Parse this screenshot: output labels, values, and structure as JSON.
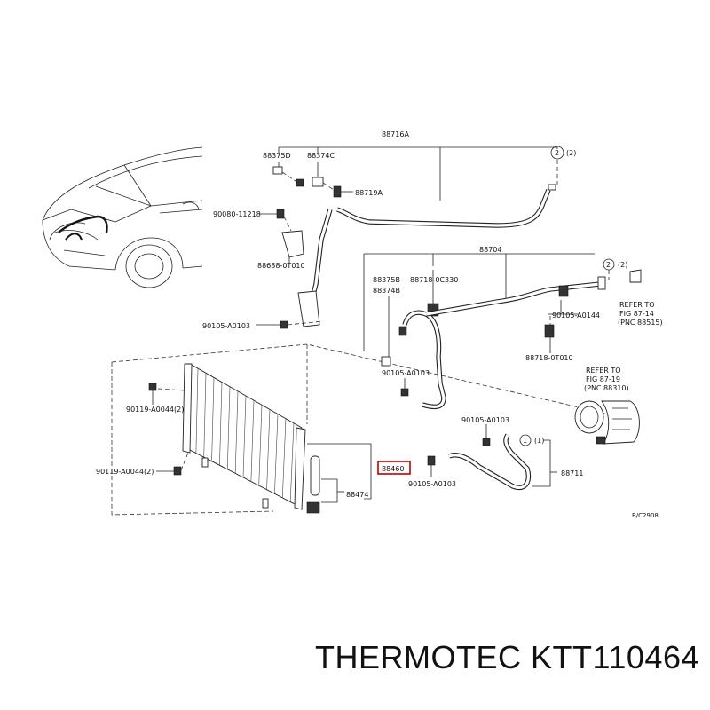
{
  "labels": {
    "p88716A": "88716A",
    "p88375D": "88375D",
    "p88374C": "88374C",
    "p88719A": "88719A",
    "p90080_11218": "90080-11218",
    "p88688_0T010": "88688-0T010",
    "p90105_A0103_a": "90105-A0103",
    "p88704": "88704",
    "p88375B": "88375B",
    "p88374B": "88374B",
    "p88718_0C330": "88718-0C330",
    "p90105_A0144": "90105-A0144",
    "p88718_0T010": "88718-0T010",
    "p90105_A0103_b": "90105-A0103",
    "p90119_A0044_2_a": "90119-A0044(2)",
    "p90119_A0044_2_b": "90119-A0044(2)",
    "p90105_A0103_c": "90105-A0103",
    "p88460": "88460",
    "p88474": "88474",
    "p90105_A0103_d": "90105-A0103",
    "p88711": "88711",
    "circle2_a": "2",
    "circle2_a_ref": "(2)",
    "circle2_b": "2",
    "circle2_b_ref": "(2)",
    "circle1": "1",
    "circle1_ref": "(1)",
    "refer1_line1": "REFER TO",
    "refer1_line2": "FIG 87-14",
    "refer1_line3": "(PNC 88515)",
    "refer2_line1": "REFER TO",
    "refer2_line2": "FIG 87-19",
    "refer2_line3": "(PNC 88310)",
    "diagram_code": "B/C2908"
  },
  "footer": {
    "title": "THERMOTEC KTT110464"
  }
}
